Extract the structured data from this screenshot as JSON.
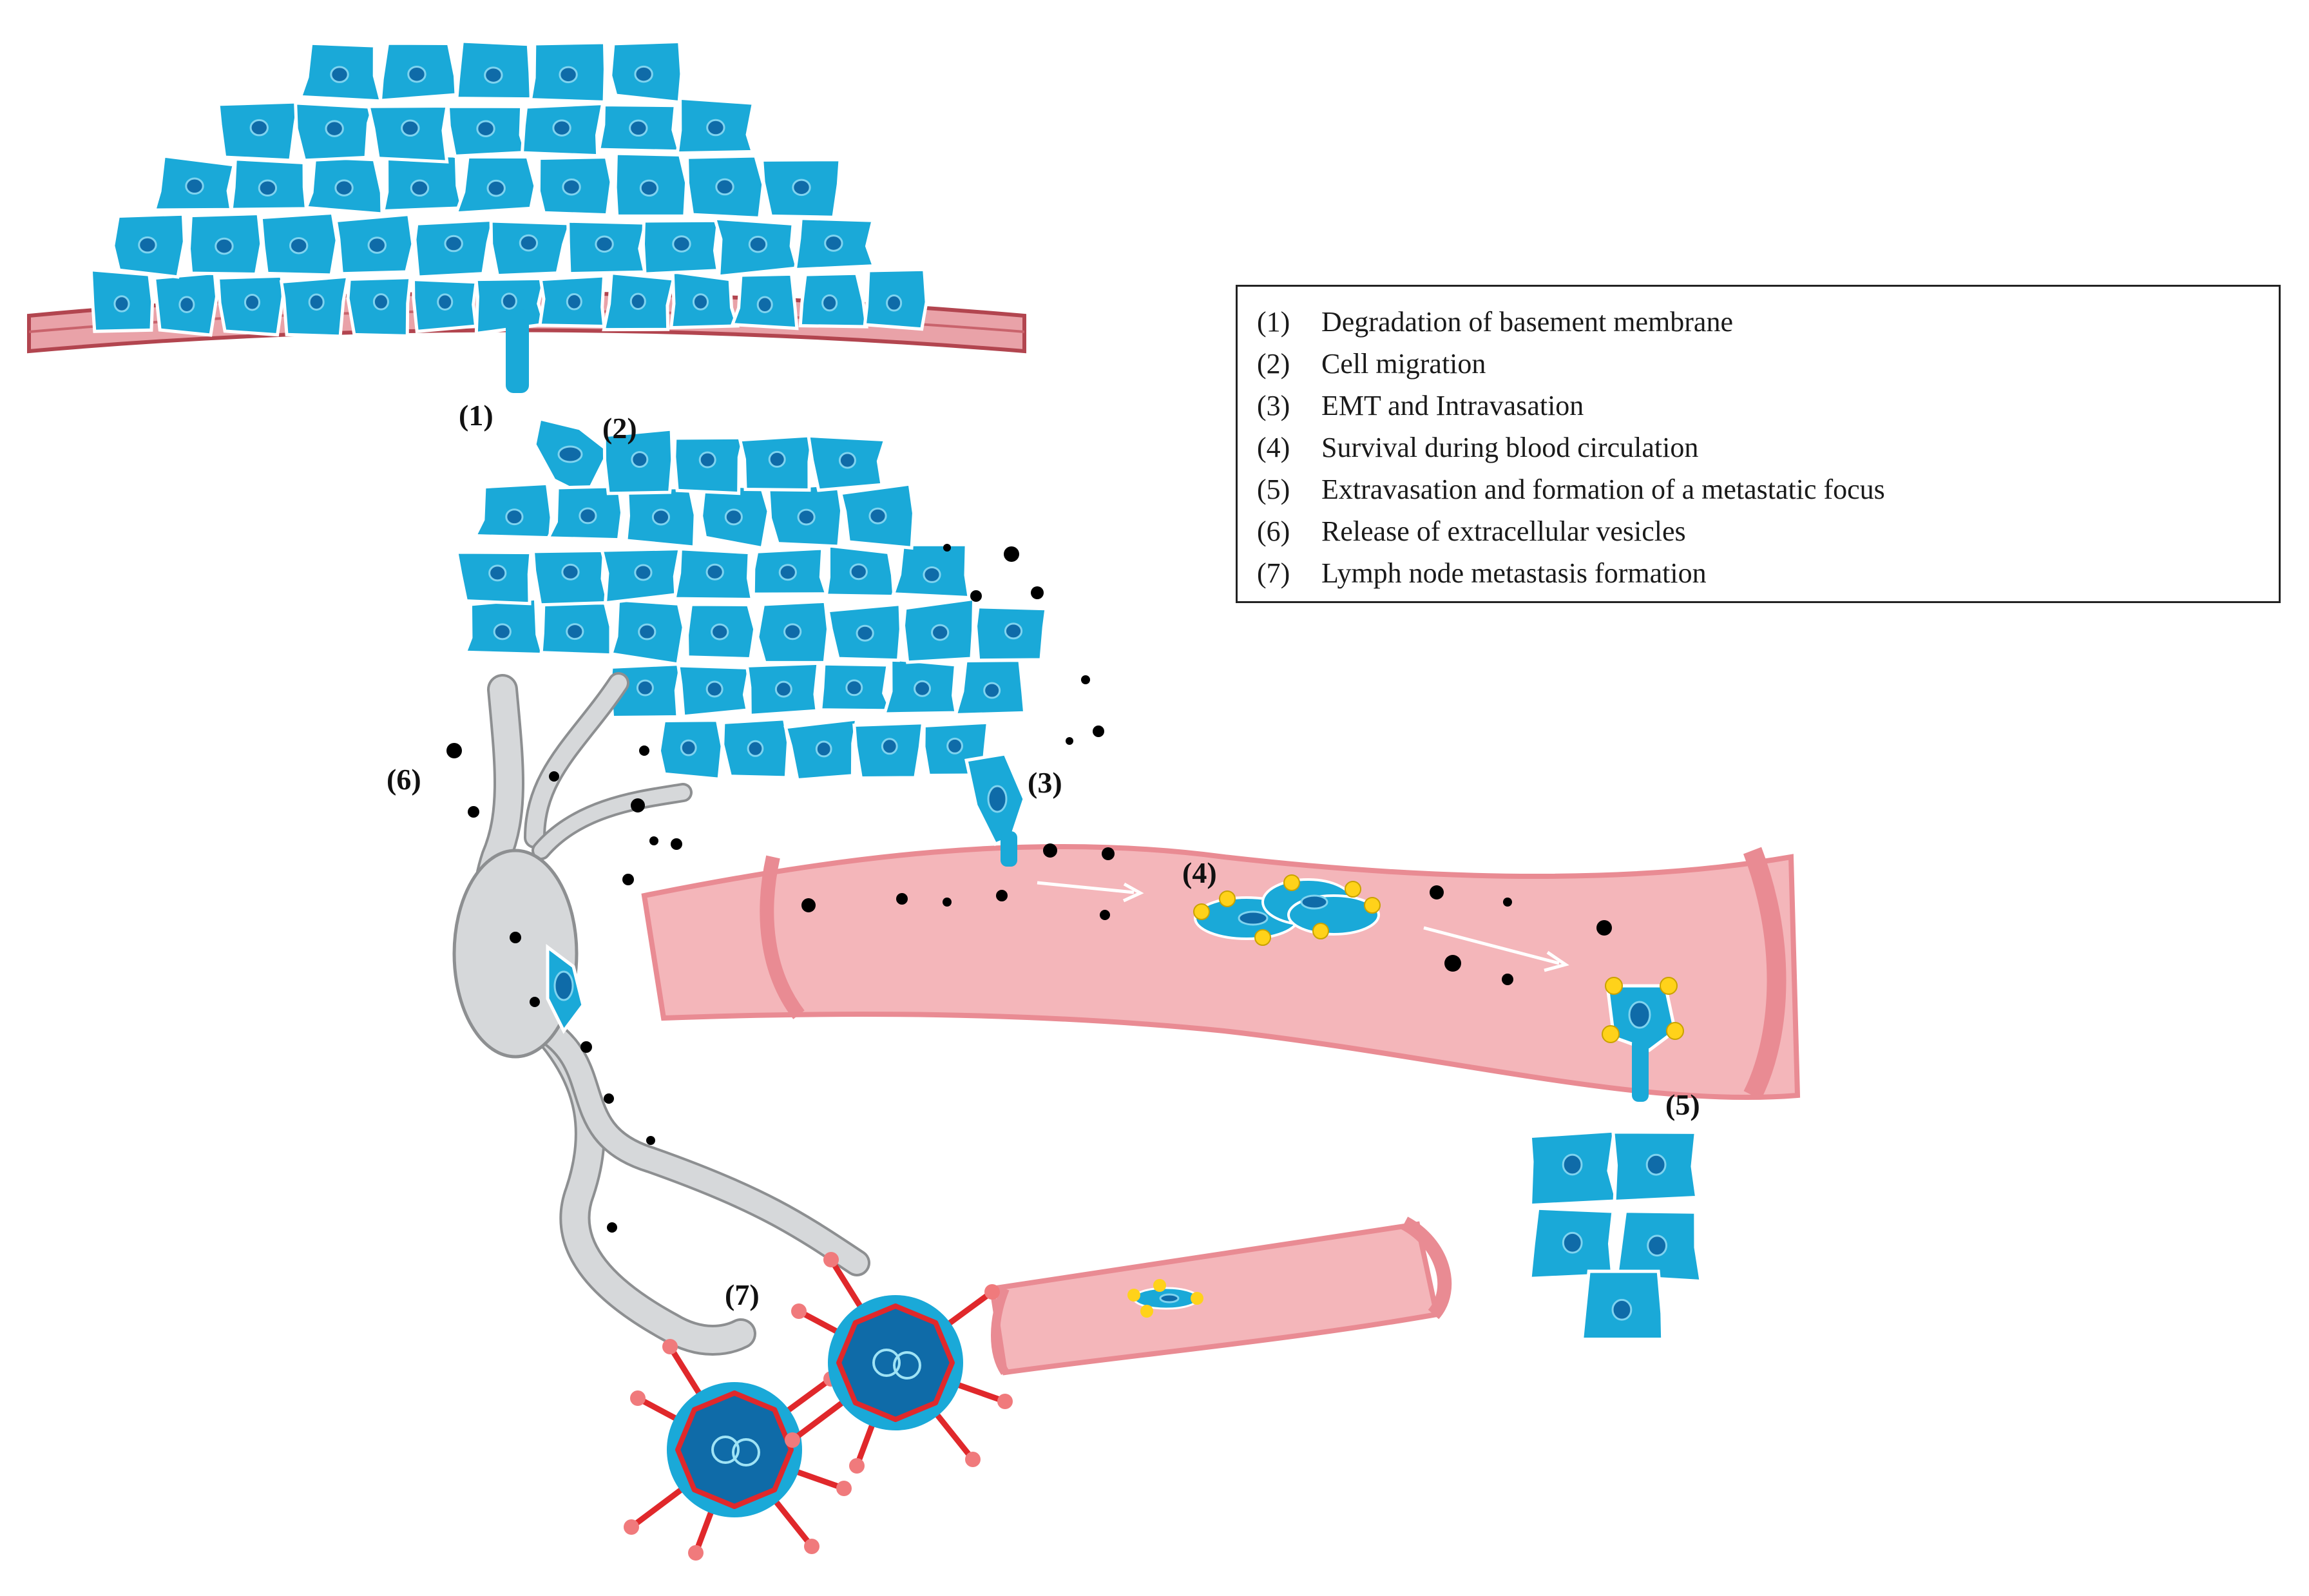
{
  "step_labels": [
    "(1)",
    "(2)",
    "(3)",
    "(4)",
    "(5)",
    "(6)",
    "(7)"
  ],
  "legend": [
    {
      "num": "(1)",
      "text": "Degradation of  basement membrane"
    },
    {
      "num": "(2)",
      "text": "Cell migration"
    },
    {
      "num": "(3)",
      "text": "EMT  and Intravasation"
    },
    {
      "num": "(4)",
      "text": "Survival during blood circulation"
    },
    {
      "num": "(5)",
      "text": "Extravasation and formation of a metastatic focus"
    },
    {
      "num": "(6)",
      "text": "Release of extracellular vesicles"
    },
    {
      "num": "(7)",
      "text": "Lymph node metastasis formation"
    }
  ],
  "colors": {
    "tumor_cell": "#1aa9d8",
    "nucleus": "#0f6ba8",
    "vessel": "#f4b6ba",
    "vessel_wall": "#e98b93",
    "basement_membrane": "#e9a2a8",
    "lymph_vessel": "#d6d8da",
    "platelet": "#ffd21a",
    "lymph_node_vessel": "#e0282b",
    "vesicle": "#000000"
  }
}
